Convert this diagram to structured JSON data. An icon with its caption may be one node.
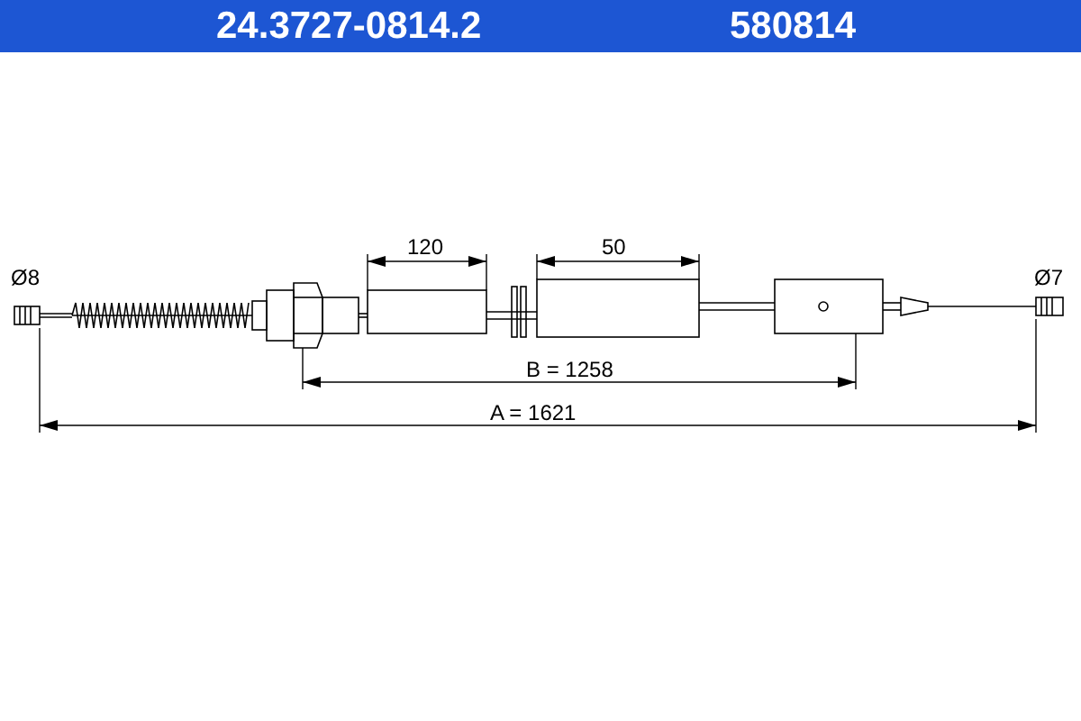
{
  "diagram": {
    "labels": [
      "24.3727-0814.2",
      "580814",
      "Ø8",
      "120",
      "50",
      "Ø7",
      "B = 1258",
      "A = 1621"
    ]
  }
}
